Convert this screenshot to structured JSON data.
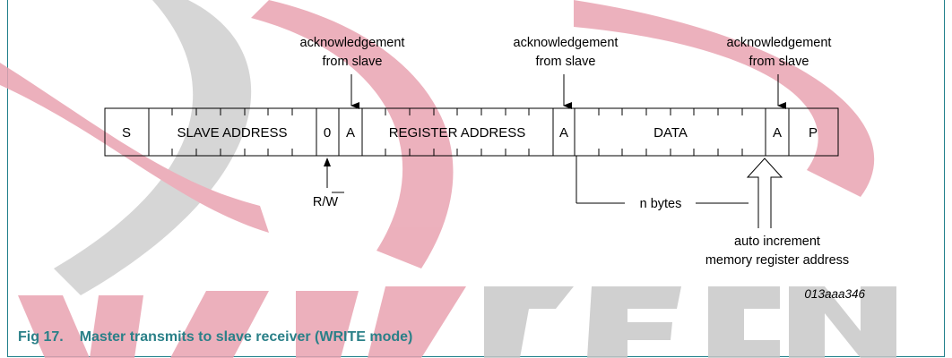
{
  "diagram": {
    "fields": [
      {
        "label": "S"
      },
      {
        "label": "SLAVE ADDRESS"
      },
      {
        "label": "0"
      },
      {
        "label": "A"
      },
      {
        "label": "REGISTER ADDRESS"
      },
      {
        "label": "A"
      },
      {
        "label": "DATA"
      },
      {
        "label": "A"
      },
      {
        "label": "P"
      }
    ],
    "ack_label_line1": "acknowledgement",
    "ack_label_line2": "from slave",
    "rw_label": "R/W",
    "n_bytes_label": "n bytes",
    "auto_increment_line1": "auto increment",
    "auto_increment_line2": "memory register address",
    "figure_code": "013aaa346"
  },
  "caption": {
    "number": "Fig 17.",
    "title": "Master transmits to slave receiver (WRITE mode)"
  },
  "colors": {
    "line": "#000000",
    "caption": "#2a8088",
    "frame": "#1f7f8a",
    "watermark_red": "#e9a3b1",
    "watermark_gray": "#c8c8c8"
  }
}
